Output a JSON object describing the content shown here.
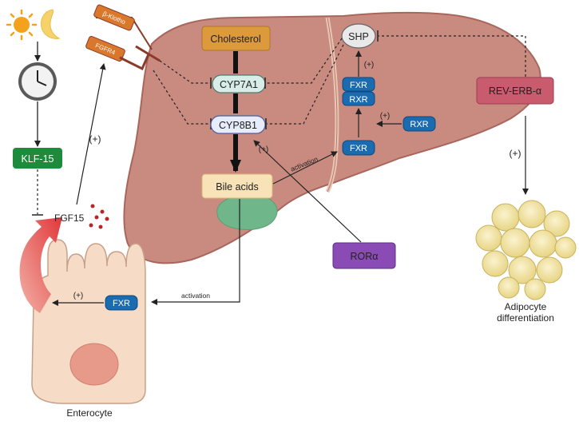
{
  "clock": {
    "sun_icon": "sun-icon",
    "moon_icon": "moon-icon",
    "clock_icon": "clock-icon"
  },
  "nodes": {
    "klf15": "KLF-15",
    "fgf15": "FGF15",
    "beta_klotho": "β-Klotho",
    "fgfr4": "FGFR4",
    "cholesterol": "Cholesterol",
    "cyp7a1": "CYP7A1",
    "cyp8b1": "CYP8B1",
    "bile_acids": "Bile acids",
    "shp": "SHP",
    "fxr_upper": "FXR",
    "rxr_upper": "RXR",
    "rxr_side": "RXR",
    "fxr_liver": "FXR",
    "rev_erb": "REV-ERB-α",
    "ror_alpha": "RORα",
    "fxr_enterocyte": "FXR",
    "adipocyte_line1": "Adipocyte",
    "adipocyte_line2": "differentiation",
    "enterocyte": "Enterocyte"
  },
  "edge_labels": {
    "plus_fgf15": "(+)",
    "plus_shp": "(+)",
    "plus_rxr": "(+)",
    "plus_ror": "(+)",
    "plus_rev": "(+)",
    "plus_enterocyte": "(+)",
    "activation_liver": "activation",
    "activation_gut": "activation"
  },
  "colors": {
    "liver": "#c98b80",
    "liver_stroke": "#a8665c",
    "gallbladder": "#6fb78a",
    "klf_green": "#1e8a3c",
    "fxr_blue": "#1a6bb0",
    "cholesterol_orange": "#dd9a3c",
    "rev_pink": "#c95b6e",
    "ror_purple": "#8a4bb5",
    "receptor_orange": "#d9772a",
    "enterocyte_fill": "#f6dcc7",
    "nucleus": "#e89a8a",
    "fat_yellow": "#f3e6a8"
  }
}
